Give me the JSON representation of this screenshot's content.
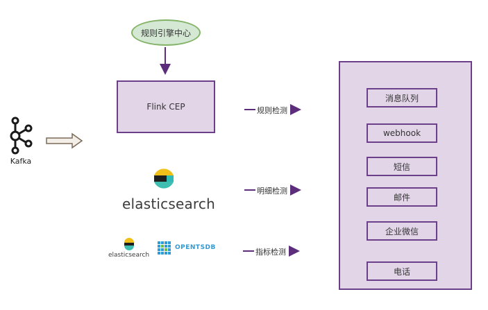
{
  "rule_engine_center": "规则引擎中心",
  "flink_cep": "Flink CEP",
  "kafka": "Kafka",
  "elasticsearch_large": "elasticsearch",
  "elasticsearch_small": "elasticsearch",
  "opentsdb": "OPENTSDB",
  "connectors": {
    "rule_detection": "规则检测",
    "detail_detection": "明细检测",
    "metric_detection": "指标检测"
  },
  "alarm_channels": [
    "消息队列",
    "webhook",
    "短信",
    "邮件",
    "企业微信",
    "电话"
  ],
  "colors": {
    "purple_fill": "#e1d5e7",
    "purple_stroke": "#6b3f8a",
    "green_fill": "#d5e8d4",
    "green_stroke": "#82b366"
  }
}
